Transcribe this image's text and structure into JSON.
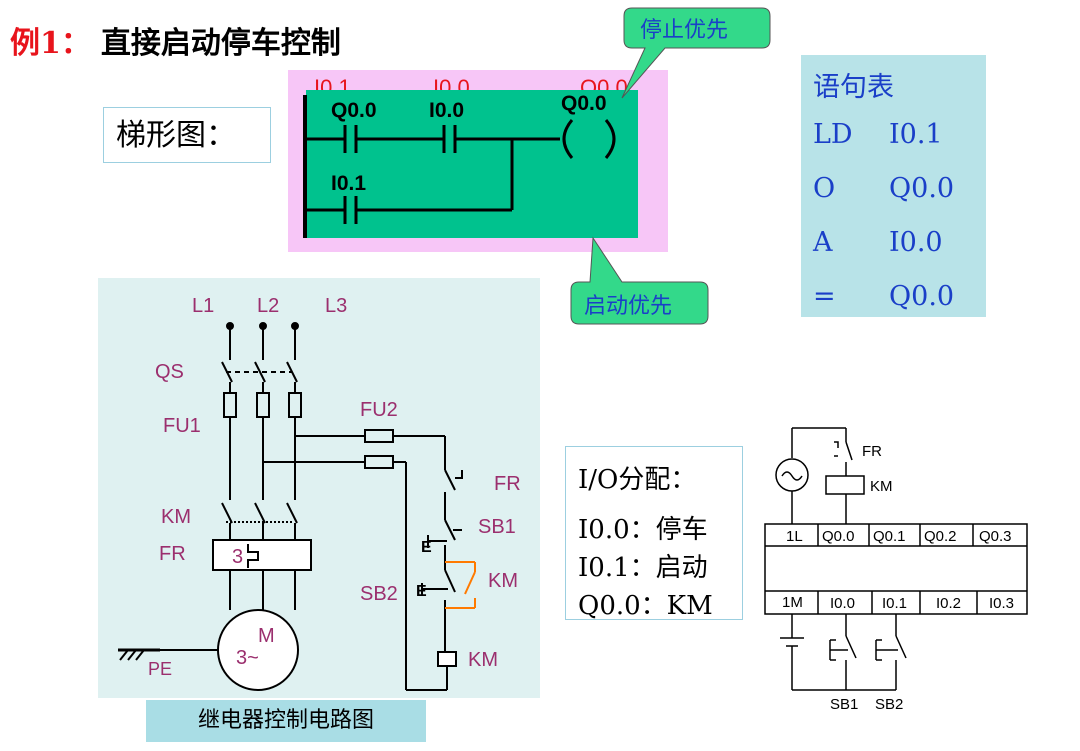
{
  "title": {
    "example": "例1：",
    "text": "直接启动停车控制"
  },
  "ladder": {
    "label": "梯形图：",
    "contact_top1": "Q0.0",
    "contact_top2": "I0.0",
    "coil": "Q0.0",
    "contact_bottom": "I0.1",
    "behind_labels": [
      "I0.1",
      "I0.0",
      "Q0.0"
    ]
  },
  "callouts": {
    "stop_priority": "停止优先",
    "start_priority": "启动优先"
  },
  "statement_list": {
    "title": "语句表",
    "rows": [
      {
        "op": "LD",
        "operand": "I0.1"
      },
      {
        "op": "O",
        "operand": "Q0.0"
      },
      {
        "op": "A",
        "operand": "I0.0"
      },
      {
        "op": "=",
        "operand": "Q0.0"
      }
    ]
  },
  "relay_circuit": {
    "caption": "继电器控制电路图",
    "labels": {
      "l1": "L1",
      "l2": "L2",
      "l3": "L3",
      "qs": "QS",
      "fu1": "FU1",
      "fu2": "FU2",
      "km_main": "KM",
      "fr_main": "FR",
      "fr_ctrl": "FR",
      "sb1": "SB1",
      "sb2": "SB2",
      "km_hold": "KM",
      "km_coil": "KM",
      "motor_m": "M",
      "motor_phase": "3~",
      "pe": "PE",
      "thermal_num": "3",
      "e1": "E",
      "e2": "E"
    }
  },
  "io_assignment": {
    "title": "I/O分配：",
    "rows": [
      "I0.0：停车",
      "I0.1：启动",
      "Q0.0：KM"
    ]
  },
  "plc_wiring": {
    "fr": "FR",
    "km": "KM",
    "outputs": [
      "1L",
      "Q0.0",
      "Q0.1",
      "Q0.2",
      "Q0.3"
    ],
    "inputs": [
      "1M",
      "I0.0",
      "I0.1",
      "I0.2",
      "I0.3"
    ],
    "sb1": "SB1",
    "sb2": "SB2"
  },
  "colors": {
    "title_red": "#e8141c",
    "callout_fill": "#33d98a",
    "callout_text": "#1a3fc8",
    "ladder_bg": "#00c28e",
    "ladder_pink": "#f7c6f7",
    "panel_blue": "#b8e3e8",
    "label_purple": "#9b2f6e",
    "hold_orange": "#ff7a00"
  }
}
